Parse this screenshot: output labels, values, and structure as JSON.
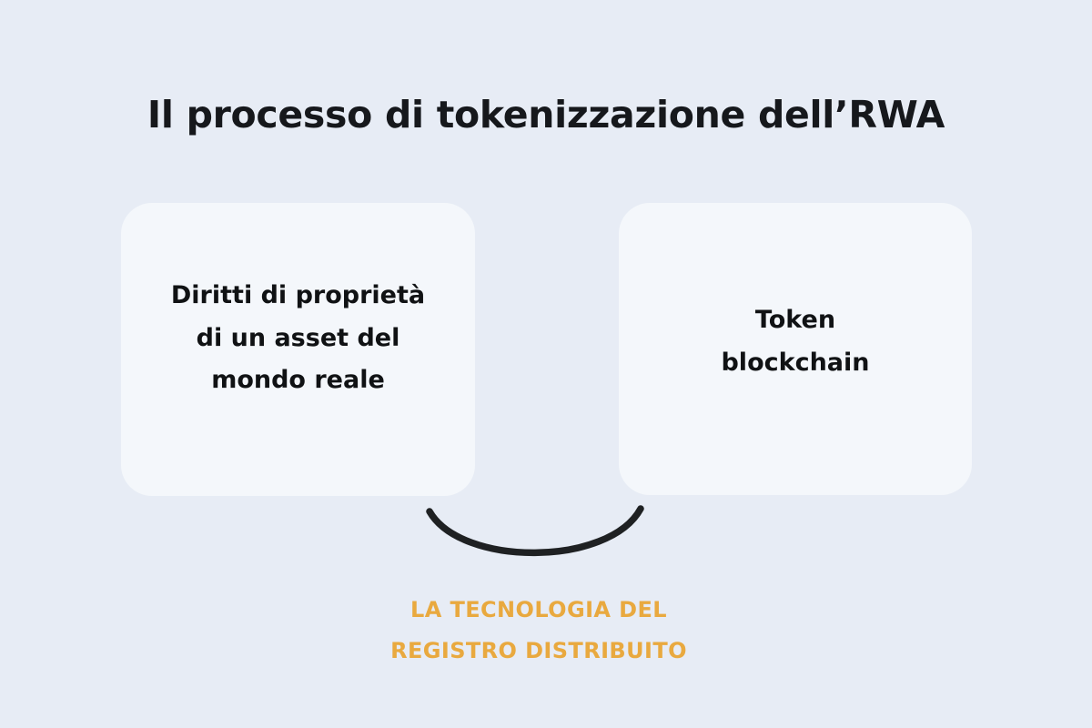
{
  "page": {
    "title": "Il processo di tokenizzazione dell’RWA",
    "background_color": "#e7ecf5"
  },
  "diagram": {
    "type": "flow",
    "card_background_color": "#f4f7fb",
    "text_color": "#101214",
    "connector": {
      "icon_name": "curved-link-arc",
      "color": "#1f2123",
      "shape": "downward-arc"
    },
    "cards": [
      {
        "id": "asset",
        "label": "Diritti di proprietà\ndi un asset del\nmondo reale",
        "position": "left"
      },
      {
        "id": "token",
        "label": "Token\nblockchain",
        "position": "right"
      }
    ],
    "caption": {
      "text": "LA TECNOLOGIA DEL\nREGISTRO DISTRIBUITO",
      "color": "#e9a93f"
    }
  }
}
